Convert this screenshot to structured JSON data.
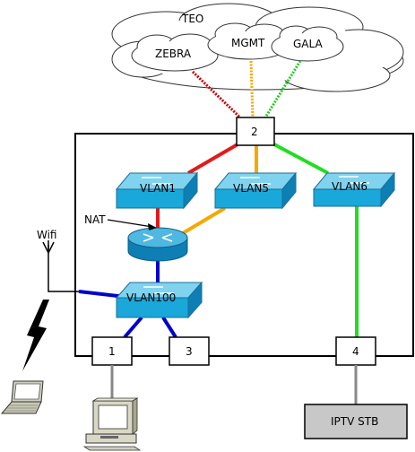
{
  "cloud": {
    "providers": [
      "TEO",
      "ZEBRA",
      "MGMT",
      "GALA"
    ]
  },
  "ports": {
    "uplink": "2",
    "p1": "1",
    "p3": "3",
    "p4": "4"
  },
  "switches": {
    "vlan1": "VLAN1",
    "vlan5": "VLAN5",
    "vlan6": "VLAN6",
    "vlan100": "VLAN100"
  },
  "labels": {
    "nat": "NAT",
    "wifi": "Wifi"
  },
  "devices": {
    "iptv": "IPTV STB"
  },
  "colors": {
    "vlan1": "#e41a1a",
    "vlan5": "#f5a800",
    "vlan6": "#22dd22",
    "vlan100": "#0000cc",
    "wired": "#888888",
    "switch_front": "#1aa7d9",
    "switch_top": "#7fd3ef",
    "router": "#0e7fb5"
  }
}
